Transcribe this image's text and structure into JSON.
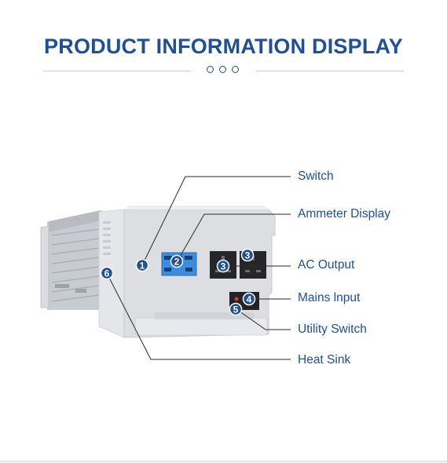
{
  "header": {
    "title": "PRODUCT INFORMATION DISPLAY"
  },
  "colors": {
    "accent": "#1f4f96",
    "device": "#dcdee2",
    "display": "#3b8de0"
  },
  "callouts": [
    {
      "label": "Switch"
    },
    {
      "label": "Ammeter Display"
    },
    {
      "label": "AC Output"
    },
    {
      "label": "Mains lnput"
    },
    {
      "label": "Utility Switch"
    },
    {
      "label": "Heat Sink"
    }
  ],
  "badges": [
    "1",
    "2",
    "3",
    "3",
    "4",
    "5",
    "6"
  ]
}
